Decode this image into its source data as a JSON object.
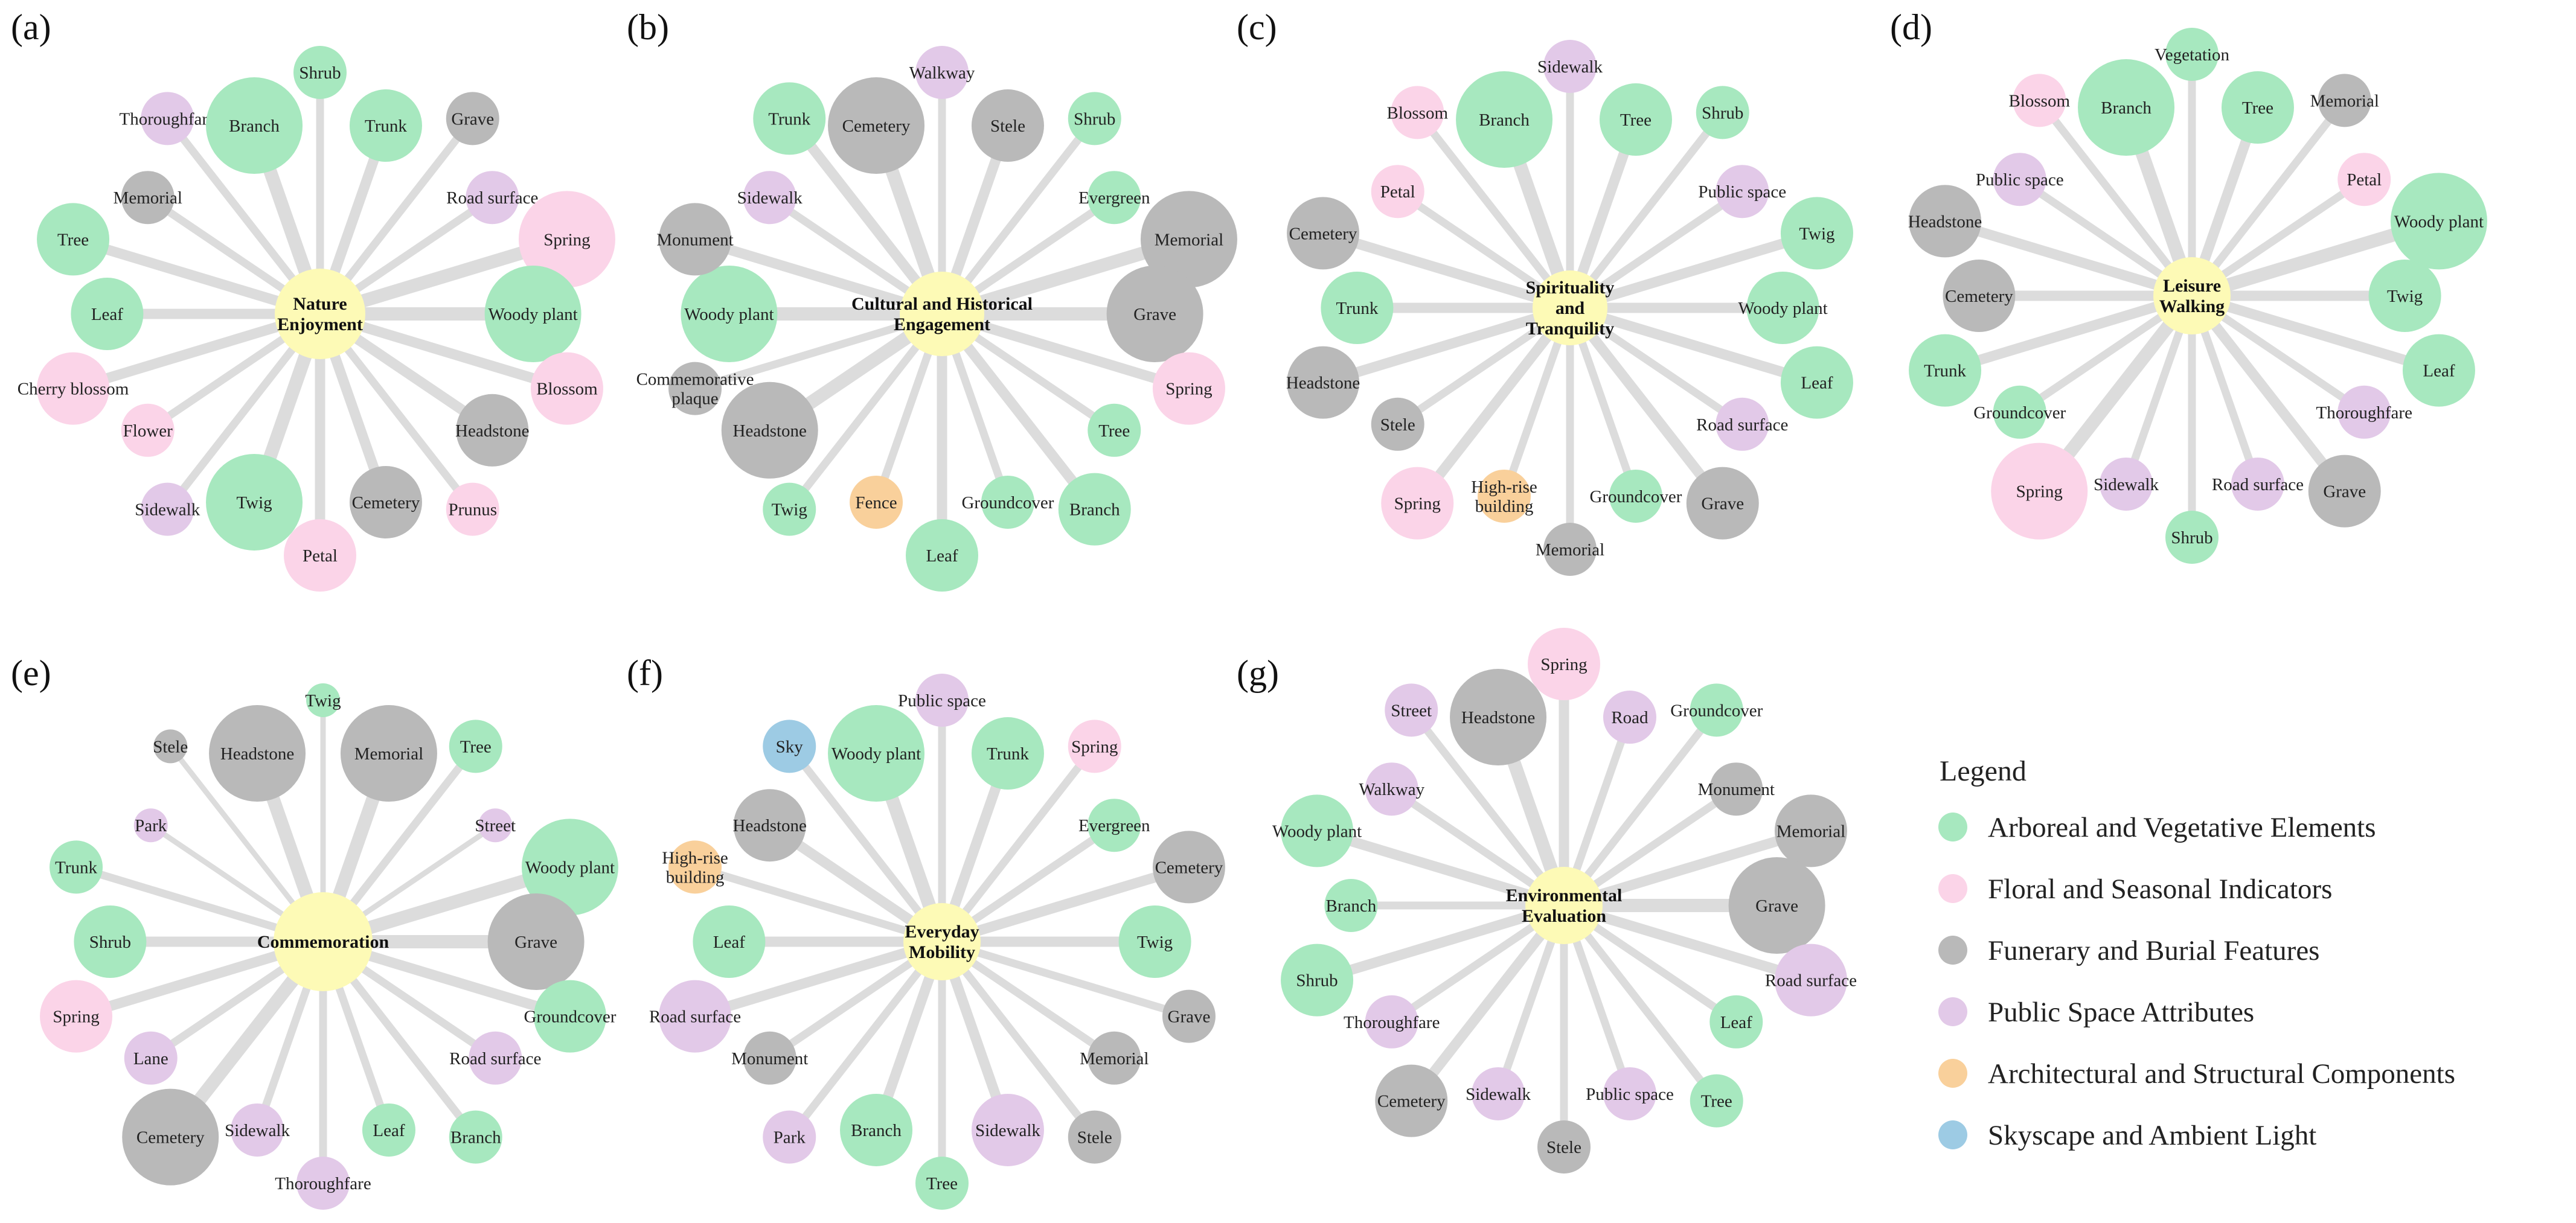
{
  "colors": {
    "arboreal": "#a7e8bf",
    "floral": "#fbd4e8",
    "funerary": "#b9b9b9",
    "public": "#e2c9e8",
    "architectural": "#f9d09b",
    "sky": "#9dcbe4",
    "hub": "#fdfab6"
  },
  "legend": {
    "title": "Legend",
    "items": [
      {
        "cat": "arboreal",
        "label": "Arboreal and Vegetative Elements"
      },
      {
        "cat": "floral",
        "label": "Floral and Seasonal Indicators"
      },
      {
        "cat": "funerary",
        "label": "Funerary and Burial Features"
      },
      {
        "cat": "public",
        "label": "Public Space Attributes"
      },
      {
        "cat": "architectural",
        "label": "Architectural and Structural Components"
      },
      {
        "cat": "sky",
        "label": "Skyscape and Ambient Light"
      }
    ]
  },
  "panels": [
    {
      "letter": "(a)",
      "hub": [
        "Nature",
        "Enjoyment"
      ],
      "nodes": [
        {
          "label": "Shrub",
          "cat": "arboreal",
          "weight": 2
        },
        {
          "label": "Trunk",
          "cat": "arboreal",
          "weight": 3
        },
        {
          "label": "Grave",
          "cat": "funerary",
          "weight": 2
        },
        {
          "label": "Road surface",
          "cat": "public",
          "weight": 2
        },
        {
          "label": "Spring",
          "cat": "floral",
          "weight": 4
        },
        {
          "label": "Woody plant",
          "cat": "arboreal",
          "weight": 4
        },
        {
          "label": "Blossom",
          "cat": "floral",
          "weight": 3
        },
        {
          "label": "Headstone",
          "cat": "funerary",
          "weight": 3
        },
        {
          "label": "Prunus",
          "cat": "floral",
          "weight": 2
        },
        {
          "label": "Cemetery",
          "cat": "funerary",
          "weight": 3
        },
        {
          "label": "Petal",
          "cat": "floral",
          "weight": 3
        },
        {
          "label": "Twig",
          "cat": "arboreal",
          "weight": 4
        },
        {
          "label": "Sidewalk",
          "cat": "public",
          "weight": 2
        },
        {
          "label": "Flower",
          "cat": "floral",
          "weight": 2
        },
        {
          "label": "Cherry blossom",
          "cat": "floral",
          "weight": 3
        },
        {
          "label": "Leaf",
          "cat": "arboreal",
          "weight": 3
        },
        {
          "label": "Tree",
          "cat": "arboreal",
          "weight": 3
        },
        {
          "label": "Memorial",
          "cat": "funerary",
          "weight": 2
        },
        {
          "label": "Thoroughfare",
          "cat": "public",
          "weight": 2
        },
        {
          "label": "Branch",
          "cat": "arboreal",
          "weight": 4
        }
      ]
    },
    {
      "letter": "(b)",
      "hub": [
        "Cultural and Historical",
        "Engagement"
      ],
      "nodes": [
        {
          "label": "Walkway",
          "cat": "public",
          "weight": 2
        },
        {
          "label": "Stele",
          "cat": "funerary",
          "weight": 3
        },
        {
          "label": "Shrub",
          "cat": "arboreal",
          "weight": 2
        },
        {
          "label": "Evergreen",
          "cat": "arboreal",
          "weight": 2
        },
        {
          "label": "Memorial",
          "cat": "funerary",
          "weight": 4
        },
        {
          "label": "Grave",
          "cat": "funerary",
          "weight": 4
        },
        {
          "label": "Spring",
          "cat": "floral",
          "weight": 3
        },
        {
          "label": "Tree",
          "cat": "arboreal",
          "weight": 2
        },
        {
          "label": "Branch",
          "cat": "arboreal",
          "weight": 3
        },
        {
          "label": "Groundcover",
          "cat": "arboreal",
          "weight": 2
        },
        {
          "label": "Leaf",
          "cat": "arboreal",
          "weight": 3
        },
        {
          "label": "Fence",
          "cat": "architectural",
          "weight": 2
        },
        {
          "label": "Twig",
          "cat": "arboreal",
          "weight": 2
        },
        {
          "label": "Headstone",
          "cat": "funerary",
          "weight": 4
        },
        {
          "label": "Commemorative plaque",
          "cat": "funerary",
          "weight": 2
        },
        {
          "label": "Woody plant",
          "cat": "arboreal",
          "weight": 4
        },
        {
          "label": "Monument",
          "cat": "funerary",
          "weight": 3
        },
        {
          "label": "Sidewalk",
          "cat": "public",
          "weight": 2
        },
        {
          "label": "Trunk",
          "cat": "arboreal",
          "weight": 3
        },
        {
          "label": "Cemetery",
          "cat": "funerary",
          "weight": 4
        }
      ]
    },
    {
      "letter": "(c)",
      "hub": [
        "Spirituality",
        "and",
        "Tranquility"
      ],
      "nodes": [
        {
          "label": "Sidewalk",
          "cat": "public",
          "weight": 2
        },
        {
          "label": "Tree",
          "cat": "arboreal",
          "weight": 3
        },
        {
          "label": "Shrub",
          "cat": "arboreal",
          "weight": 2
        },
        {
          "label": "Public space",
          "cat": "public",
          "weight": 2
        },
        {
          "label": "Twig",
          "cat": "arboreal",
          "weight": 3
        },
        {
          "label": "Woody plant",
          "cat": "arboreal",
          "weight": 3
        },
        {
          "label": "Leaf",
          "cat": "arboreal",
          "weight": 3
        },
        {
          "label": "Road surface",
          "cat": "public",
          "weight": 2
        },
        {
          "label": "Grave",
          "cat": "funerary",
          "weight": 3
        },
        {
          "label": "Groundcover",
          "cat": "arboreal",
          "weight": 2
        },
        {
          "label": "Memorial",
          "cat": "funerary",
          "weight": 2
        },
        {
          "label": "High-rise building",
          "cat": "architectural",
          "weight": 2
        },
        {
          "label": "Spring",
          "cat": "floral",
          "weight": 3
        },
        {
          "label": "Stele",
          "cat": "funerary",
          "weight": 2
        },
        {
          "label": "Headstone",
          "cat": "funerary",
          "weight": 3
        },
        {
          "label": "Trunk",
          "cat": "arboreal",
          "weight": 3
        },
        {
          "label": "Cemetery",
          "cat": "funerary",
          "weight": 3
        },
        {
          "label": "Petal",
          "cat": "floral",
          "weight": 2
        },
        {
          "label": "Blossom",
          "cat": "floral",
          "weight": 2
        },
        {
          "label": "Branch",
          "cat": "arboreal",
          "weight": 4
        }
      ]
    },
    {
      "letter": "(d)",
      "hub": [
        "Leisure",
        "Walking"
      ],
      "nodes": [
        {
          "label": "Vegetation",
          "cat": "arboreal",
          "weight": 2
        },
        {
          "label": "Tree",
          "cat": "arboreal",
          "weight": 3
        },
        {
          "label": "Memorial",
          "cat": "funerary",
          "weight": 2
        },
        {
          "label": "Petal",
          "cat": "floral",
          "weight": 2
        },
        {
          "label": "Woody plant",
          "cat": "arboreal",
          "weight": 4
        },
        {
          "label": "Twig",
          "cat": "arboreal",
          "weight": 3
        },
        {
          "label": "Leaf",
          "cat": "arboreal",
          "weight": 3
        },
        {
          "label": "Thoroughfare",
          "cat": "public",
          "weight": 2
        },
        {
          "label": "Grave",
          "cat": "funerary",
          "weight": 3
        },
        {
          "label": "Road surface",
          "cat": "public",
          "weight": 2
        },
        {
          "label": "Shrub",
          "cat": "arboreal",
          "weight": 2
        },
        {
          "label": "Sidewalk",
          "cat": "public",
          "weight": 2
        },
        {
          "label": "Spring",
          "cat": "floral",
          "weight": 4
        },
        {
          "label": "Groundcover",
          "cat": "arboreal",
          "weight": 2
        },
        {
          "label": "Trunk",
          "cat": "arboreal",
          "weight": 3
        },
        {
          "label": "Cemetery",
          "cat": "funerary",
          "weight": 3
        },
        {
          "label": "Headstone",
          "cat": "funerary",
          "weight": 3
        },
        {
          "label": "Public space",
          "cat": "public",
          "weight": 2
        },
        {
          "label": "Blossom",
          "cat": "floral",
          "weight": 2
        },
        {
          "label": "Branch",
          "cat": "arboreal",
          "weight": 4
        }
      ]
    },
    {
      "letter": "(e)",
      "hub": [
        "Commemoration"
      ],
      "nodes": [
        {
          "label": "Twig",
          "cat": "arboreal",
          "weight": 1
        },
        {
          "label": "Memorial",
          "cat": "funerary",
          "weight": 4
        },
        {
          "label": "Tree",
          "cat": "arboreal",
          "weight": 2
        },
        {
          "label": "Street",
          "cat": "public",
          "weight": 1
        },
        {
          "label": "Woody plant",
          "cat": "arboreal",
          "weight": 4
        },
        {
          "label": "Grave",
          "cat": "funerary",
          "weight": 4
        },
        {
          "label": "Groundcover",
          "cat": "arboreal",
          "weight": 3
        },
        {
          "label": "Road surface",
          "cat": "public",
          "weight": 2
        },
        {
          "label": "Branch",
          "cat": "arboreal",
          "weight": 2
        },
        {
          "label": "Leaf",
          "cat": "arboreal",
          "weight": 2
        },
        {
          "label": "Thoroughfare",
          "cat": "public",
          "weight": 2
        },
        {
          "label": "Sidewalk",
          "cat": "public",
          "weight": 2
        },
        {
          "label": "Cemetery",
          "cat": "funerary",
          "weight": 4
        },
        {
          "label": "Lane",
          "cat": "public",
          "weight": 2
        },
        {
          "label": "Spring",
          "cat": "floral",
          "weight": 3
        },
        {
          "label": "Shrub",
          "cat": "arboreal",
          "weight": 3
        },
        {
          "label": "Trunk",
          "cat": "arboreal",
          "weight": 2
        },
        {
          "label": "Park",
          "cat": "public",
          "weight": 1
        },
        {
          "label": "Stele",
          "cat": "funerary",
          "weight": 1
        },
        {
          "label": "Headstone",
          "cat": "funerary",
          "weight": 4
        }
      ]
    },
    {
      "letter": "(f)",
      "hub": [
        "Everyday",
        "Mobility"
      ],
      "nodes": [
        {
          "label": "Public space",
          "cat": "public",
          "weight": 2
        },
        {
          "label": "Trunk",
          "cat": "arboreal",
          "weight": 3
        },
        {
          "label": "Spring",
          "cat": "floral",
          "weight": 2
        },
        {
          "label": "Evergreen",
          "cat": "arboreal",
          "weight": 2
        },
        {
          "label": "Cemetery",
          "cat": "funerary",
          "weight": 3
        },
        {
          "label": "Twig",
          "cat": "arboreal",
          "weight": 3
        },
        {
          "label": "Grave",
          "cat": "funerary",
          "weight": 2
        },
        {
          "label": "Memorial",
          "cat": "funerary",
          "weight": 2
        },
        {
          "label": "Stele",
          "cat": "funerary",
          "weight": 2
        },
        {
          "label": "Sidewalk",
          "cat": "public",
          "weight": 3
        },
        {
          "label": "Tree",
          "cat": "arboreal",
          "weight": 2
        },
        {
          "label": "Branch",
          "cat": "arboreal",
          "weight": 3
        },
        {
          "label": "Park",
          "cat": "public",
          "weight": 2
        },
        {
          "label": "Monument",
          "cat": "funerary",
          "weight": 2
        },
        {
          "label": "Road surface",
          "cat": "public",
          "weight": 3
        },
        {
          "label": "Leaf",
          "cat": "arboreal",
          "weight": 3
        },
        {
          "label": "High-rise building",
          "cat": "architectural",
          "weight": 2
        },
        {
          "label": "Headstone",
          "cat": "funerary",
          "weight": 3
        },
        {
          "label": "Sky",
          "cat": "sky",
          "weight": 2
        },
        {
          "label": "Woody plant",
          "cat": "arboreal",
          "weight": 4
        }
      ]
    },
    {
      "letter": "(g)",
      "hub": [
        "Environmental",
        "Evaluation"
      ],
      "nodes": [
        {
          "label": "Spring",
          "cat": "floral",
          "weight": 3
        },
        {
          "label": "Road",
          "cat": "public",
          "weight": 2
        },
        {
          "label": "Groundcover",
          "cat": "arboreal",
          "weight": 2
        },
        {
          "label": "Monument",
          "cat": "funerary",
          "weight": 2
        },
        {
          "label": "Memorial",
          "cat": "funerary",
          "weight": 3
        },
        {
          "label": "Grave",
          "cat": "funerary",
          "weight": 4
        },
        {
          "label": "Road surface",
          "cat": "public",
          "weight": 3
        },
        {
          "label": "Leaf",
          "cat": "arboreal",
          "weight": 2
        },
        {
          "label": "Tree",
          "cat": "arboreal",
          "weight": 2
        },
        {
          "label": "Public space",
          "cat": "public",
          "weight": 2
        },
        {
          "label": "Stele",
          "cat": "funerary",
          "weight": 2
        },
        {
          "label": "Sidewalk",
          "cat": "public",
          "weight": 2
        },
        {
          "label": "Cemetery",
          "cat": "funerary",
          "weight": 3
        },
        {
          "label": "Thoroughfare",
          "cat": "public",
          "weight": 2
        },
        {
          "label": "Shrub",
          "cat": "arboreal",
          "weight": 3
        },
        {
          "label": "Branch",
          "cat": "arboreal",
          "weight": 2
        },
        {
          "label": "Woody plant",
          "cat": "arboreal",
          "weight": 3
        },
        {
          "label": "Walkway",
          "cat": "public",
          "weight": 2
        },
        {
          "label": "Street",
          "cat": "public",
          "weight": 2
        },
        {
          "label": "Headstone",
          "cat": "funerary",
          "weight": 4
        }
      ]
    }
  ]
}
